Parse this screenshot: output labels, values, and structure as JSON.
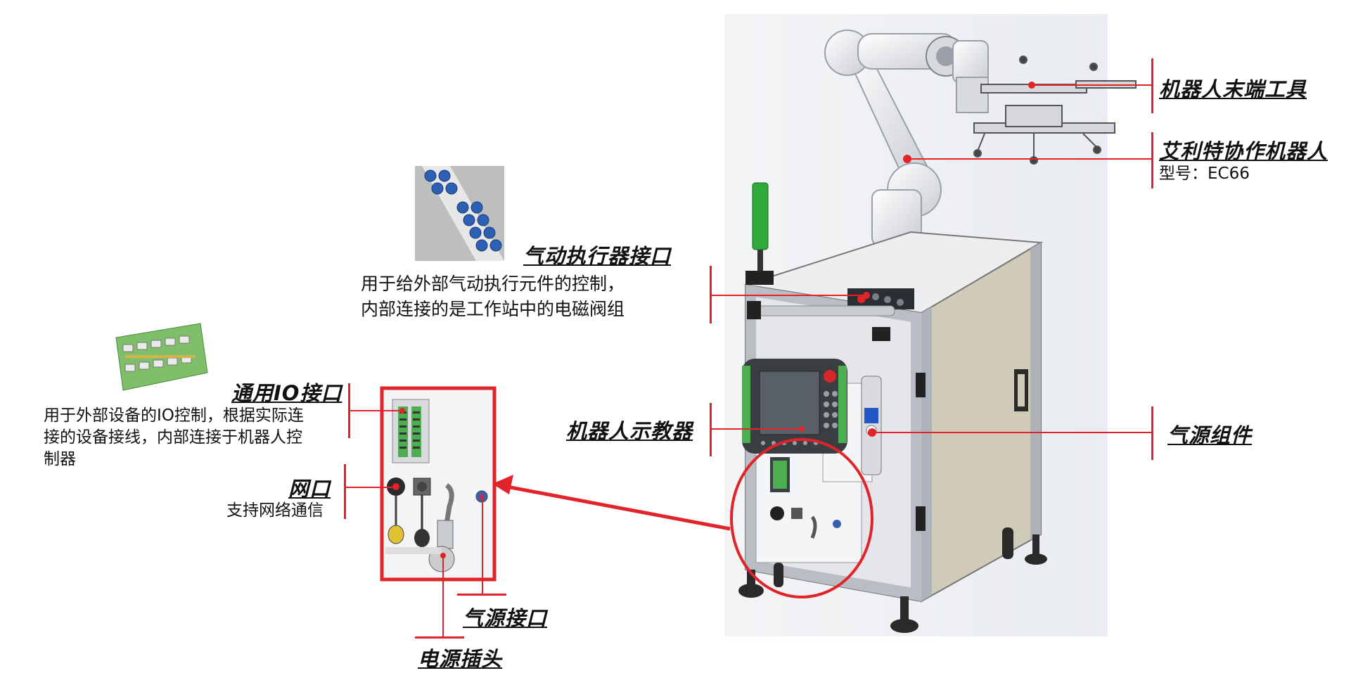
{
  "labels": {
    "end_tool": {
      "title": "机器人末端工具"
    },
    "cobot": {
      "title": "艾利特协作机器人",
      "model": "型号：EC66"
    },
    "pneumatic": {
      "title": "气动执行器接口",
      "line1": "用于给外部气动执行元件的控制，",
      "line2": "内部连接的是工作站中的电磁阀组"
    },
    "io": {
      "title": "通用IO接口",
      "line1": "用于外部设备的IO控制，根据实际连",
      "line2": "接的设备接线，内部连接于机器人控",
      "line3": "制器"
    },
    "network": {
      "title": "网口",
      "desc": "支持网络通信"
    },
    "teach_pendant": {
      "title": "机器人示教器"
    },
    "air_source_assembly": {
      "title": "气源组件"
    },
    "air_inlet": {
      "title": "气源接口"
    },
    "power_plug": {
      "title": "电源插头"
    }
  },
  "colors": {
    "callout": "#e0242a",
    "frame": "#aab0b8",
    "panel": "#f4f5f6",
    "cabinet_side": "#cfcbb8",
    "pendant_green": "#4cae50",
    "screen": "#5a6068"
  }
}
